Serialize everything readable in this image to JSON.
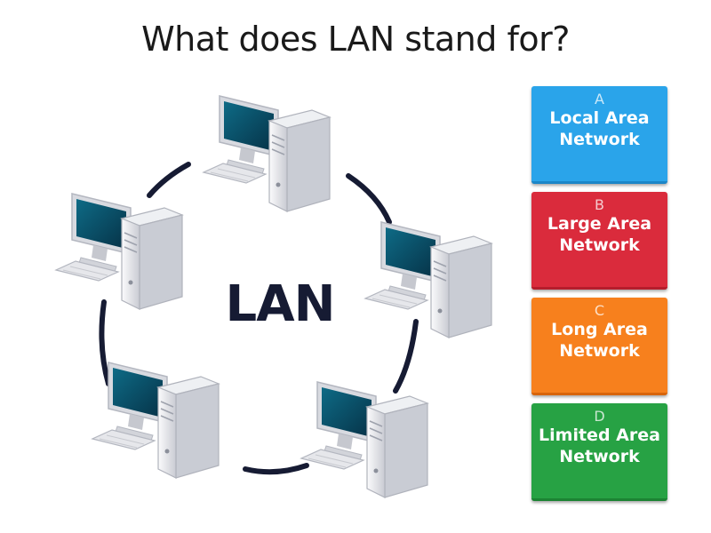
{
  "question": {
    "text": "What does LAN stand for?"
  },
  "diagram": {
    "label": "LAN",
    "ring_color": "#161b33"
  },
  "answers": [
    {
      "letter": "A",
      "text": "Local Area Network",
      "color": "#2aa4ea",
      "border": "#1b86c8"
    },
    {
      "letter": "B",
      "text": "Large Area Network",
      "color": "#da2b3c",
      "border": "#b51d2c"
    },
    {
      "letter": "C",
      "text": "Long Area Network",
      "color": "#f7801d",
      "border": "#d8640a"
    },
    {
      "letter": "D",
      "text": "Limited Area Network",
      "color": "#27a244",
      "border": "#1c8333"
    }
  ]
}
